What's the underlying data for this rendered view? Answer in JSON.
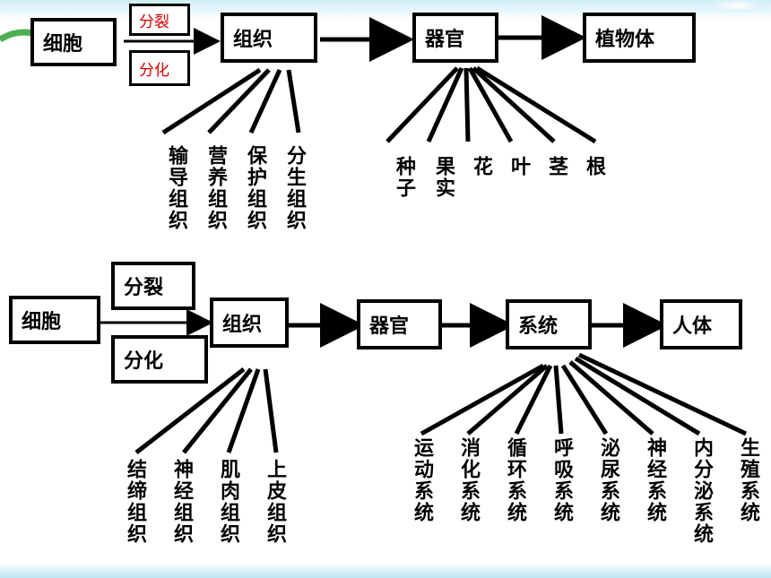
{
  "plant": {
    "cell": "细胞",
    "divide": "分裂",
    "differentiate": "分化",
    "tissue": "组织",
    "organ": "器官",
    "body": "植物体",
    "tissues": [
      "输导组织",
      "营养组织",
      "保护组织",
      "分生组织"
    ],
    "organs": [
      "种子",
      "果实",
      "花",
      "叶",
      "茎",
      "根"
    ]
  },
  "animal": {
    "cell": "细胞",
    "divide": "分裂",
    "differentiate": "分化",
    "tissue": "组织",
    "organ": "器官",
    "system": "系统",
    "body": "人体",
    "tissues": [
      "结缔组织",
      "神经组织",
      "肌肉组织",
      "上皮组织"
    ],
    "systems": [
      "运动系统",
      "消化系统",
      "循环系统",
      "呼吸系统",
      "泌尿系统",
      "神经系统",
      "内分泌系统",
      "生殖系统"
    ]
  },
  "colors": {
    "accent": "#d00000",
    "line": "#000000",
    "band": "#cfeef7"
  }
}
